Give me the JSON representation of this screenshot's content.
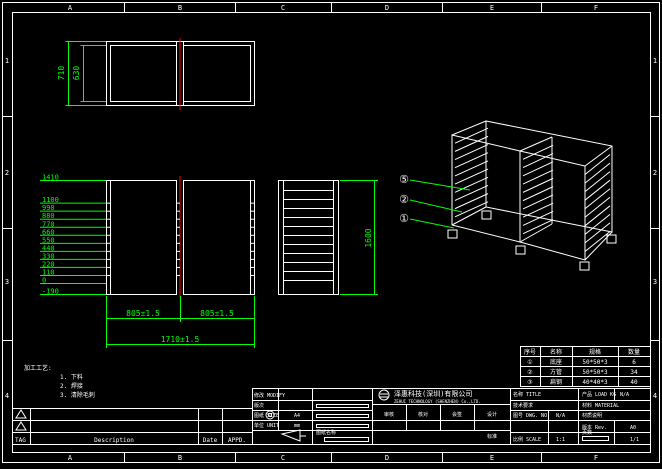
{
  "colors": {
    "background": "#000000",
    "frame": "#ffffff",
    "dimension": "#00ff00",
    "center_mark": "#ff0000",
    "callout": "#00ff00"
  },
  "sheet": {
    "col_labels": [
      "A",
      "B",
      "C",
      "D",
      "E",
      "F"
    ],
    "row_labels": [
      "1",
      "2",
      "3",
      "4"
    ]
  },
  "top_view": {
    "dims": [
      "710",
      "630"
    ]
  },
  "front_view": {
    "levels": [
      "1410",
      "1100",
      "990",
      "880",
      "770",
      "660",
      "550",
      "440",
      "330",
      "220",
      "110",
      "0",
      "-190"
    ],
    "width_dims": [
      "805±1.5",
      "805±1.5"
    ],
    "total_width": "1710±1.5"
  },
  "side_view": {
    "height_dim": "1600"
  },
  "iso_view": {
    "callouts": [
      "⑤",
      "②",
      "①"
    ]
  },
  "notes": {
    "title": "加工工艺:",
    "items": [
      "1. 下料",
      "2. 焊接",
      "3. 清除毛刺"
    ]
  },
  "bom": {
    "headers": [
      "序号",
      "名称",
      "规格",
      "数量"
    ],
    "rows": [
      [
        "①",
        "底座",
        "50*50*3",
        "6"
      ],
      [
        "②",
        "方管",
        "50*50*3",
        "34"
      ],
      [
        "③",
        "扁钢",
        "40*40*3",
        "40"
      ]
    ]
  },
  "revision": {
    "tag_label": "TAG",
    "description_label": "Description",
    "date_label": "Date",
    "approved_label": "APPD."
  },
  "title_block": {
    "modify_label": "修改 MODIFY",
    "material_label": "版次",
    "paper_size_label": "图纸 SIZE",
    "paper_size_value": "A4",
    "unit_label": "单位 UNIT",
    "unit_value": "mm",
    "drawing_label": "图纸名称",
    "company_cn": "泽惠科技(深圳)有限公司",
    "company_en": "ZEHUI TECHNOLOGY (SHENZHEN) Co.,LTD.",
    "roles": [
      "审核",
      "核对",
      "会签",
      "设计"
    ],
    "title_label": "名称 TITLE",
    "title_value": "产品 LOAD KG",
    "title_value2": "N/A",
    "drawing_no_label": "图号 DWG. NO.",
    "drawing_no_value": "N/A",
    "material_label2": "材料 MATERIAL",
    "material_value": "材质说明",
    "scale_label": "比例 SCALE",
    "scale_value": "1:1",
    "sheet_label": "页数",
    "sheet_value": "1/1",
    "version_label": "版本 Rev.",
    "version_value": "A0",
    "tech_label": "技术要求",
    "side_tag": "标准"
  }
}
